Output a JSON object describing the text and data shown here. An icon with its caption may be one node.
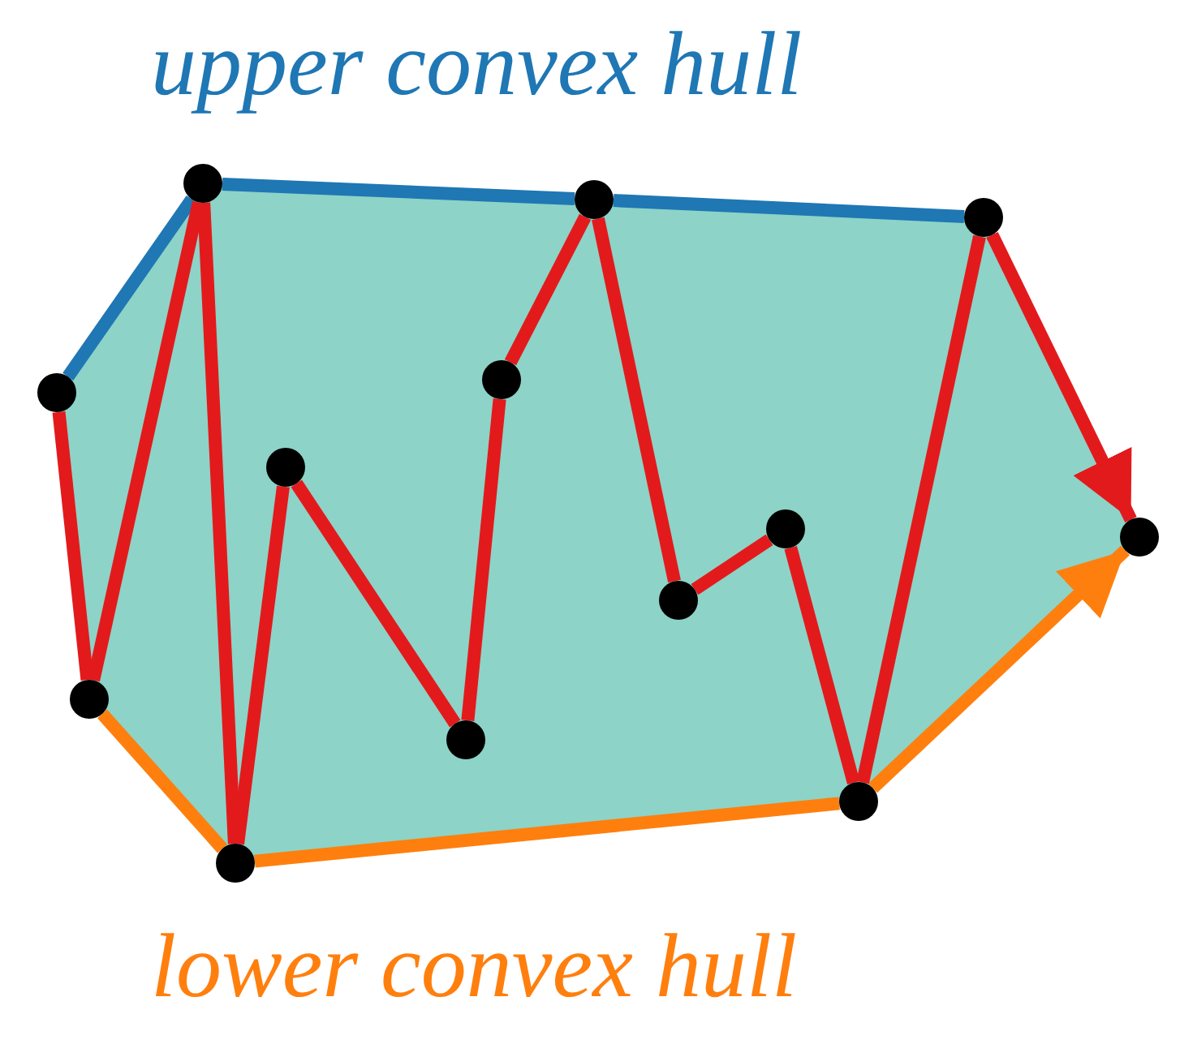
{
  "diagram": {
    "nodes": [
      {
        "text": [],
        "shape": "circle"
      },
      {
        "text": [],
        "shape": "circle"
      },
      {
        "text": [],
        "shape": "circle"
      },
      {
        "text": [],
        "shape": "circle"
      },
      {
        "text": [],
        "shape": "circle"
      },
      {
        "text": [],
        "shape": "circle"
      },
      {
        "text": [],
        "shape": "circle"
      },
      {
        "text": [],
        "shape": "circle"
      },
      {
        "text": [],
        "shape": "circle"
      },
      {
        "text": [],
        "shape": "circle"
      },
      {
        "text": [],
        "shape": "circle"
      },
      {
        "text": [],
        "shape": "circle"
      },
      {
        "text": [],
        "shape": "circle"
      }
    ],
    "edges": [
      {
        "from": 0,
        "to": 2,
        "arrow": "none",
        "color": "#1f77b4"
      },
      {
        "from": 2,
        "to": 7,
        "arrow": "none",
        "color": "#1f77b4"
      },
      {
        "from": 7,
        "to": 11,
        "arrow": "none",
        "color": "#1f77b4"
      },
      {
        "from": 1,
        "to": 3,
        "arrow": "none",
        "color": "#ff7f0e"
      },
      {
        "from": 3,
        "to": 10,
        "arrow": "none",
        "color": "#ff7f0e"
      },
      {
        "from": 10,
        "to": 12,
        "arrow": "to",
        "color": "#ff7f0e"
      },
      {
        "from": 0,
        "to": 1,
        "arrow": "none"
      },
      {
        "from": 1,
        "to": 2,
        "arrow": "none"
      },
      {
        "from": 2,
        "to": 3,
        "arrow": "none"
      },
      {
        "from": 3,
        "to": 4,
        "arrow": "none"
      },
      {
        "from": 4,
        "to": 5,
        "arrow": "none"
      },
      {
        "from": 5,
        "to": 6,
        "arrow": "none"
      },
      {
        "from": 6,
        "to": 7,
        "arrow": "none"
      },
      {
        "from": 7,
        "to": 8,
        "arrow": "none"
      },
      {
        "from": 8,
        "to": 9,
        "arrow": "none"
      },
      {
        "from": 9,
        "to": 10,
        "arrow": "none"
      },
      {
        "from": 10,
        "to": 11,
        "arrow": "none"
      },
      {
        "from": 11,
        "to": 12,
        "arrow": "to"
      }
    ],
    "labels": [
      "upper convex hull",
      "lower convex hull"
    ]
  }
}
